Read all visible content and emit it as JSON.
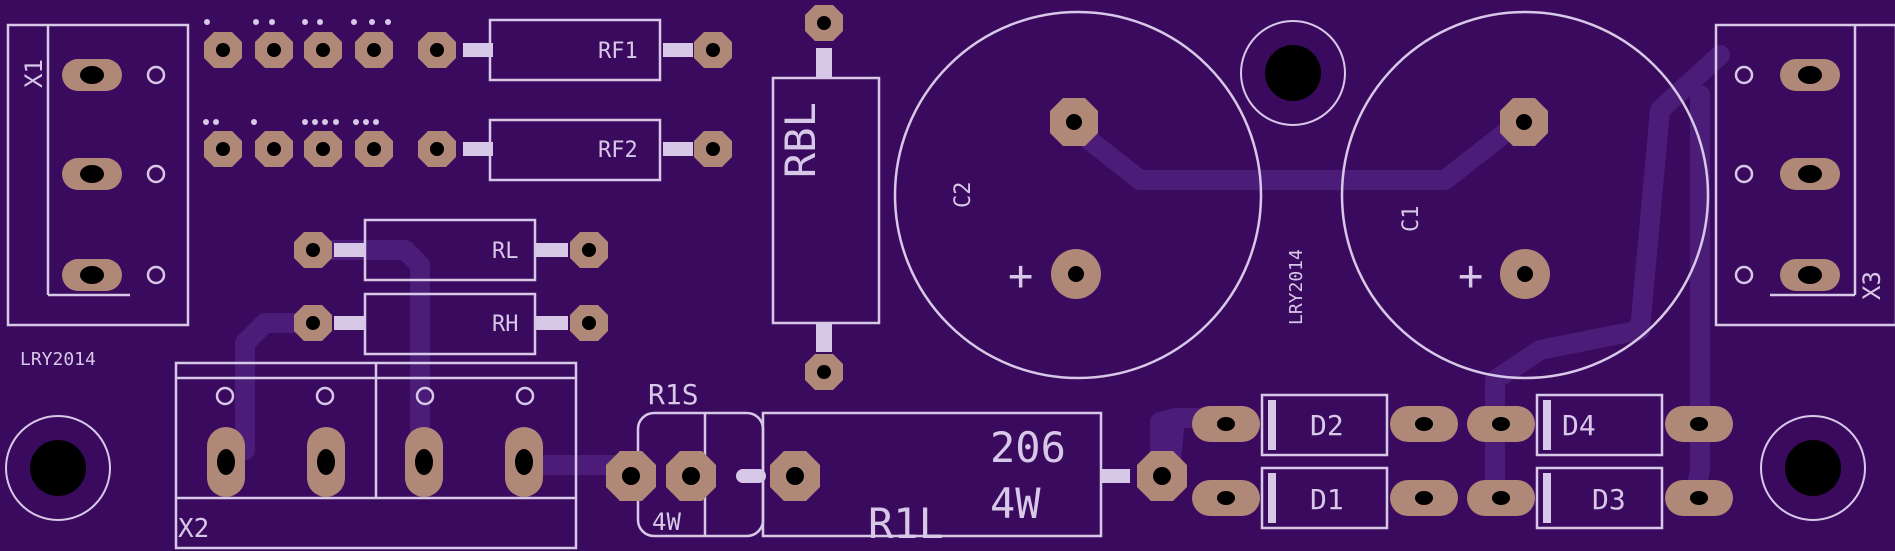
{
  "board": {
    "background": "#3a0a5e",
    "trace_color": "#4b1d78",
    "silk_color": "#d8c8e8",
    "pad_color": "#b08878",
    "hole_color": "#000000"
  },
  "labels": {
    "x1": "X1",
    "x2": "X2",
    "x3": "X3",
    "rf1": "RF1",
    "rf2": "RF2",
    "rl": "RL",
    "rh": "RH",
    "rbl": "RBL",
    "c1": "C1",
    "c2": "C2",
    "c1_plus": "+",
    "c2_plus": "+",
    "r1s": "R1S",
    "r1s_power": "4W",
    "r1l": "R1L",
    "r1l_value": "206",
    "r1l_power": "4W",
    "d1": "D1",
    "d2": "D2",
    "d3": "D3",
    "d4": "D4",
    "brand_left": "LRY2014",
    "brand_center": "LRY2014"
  }
}
